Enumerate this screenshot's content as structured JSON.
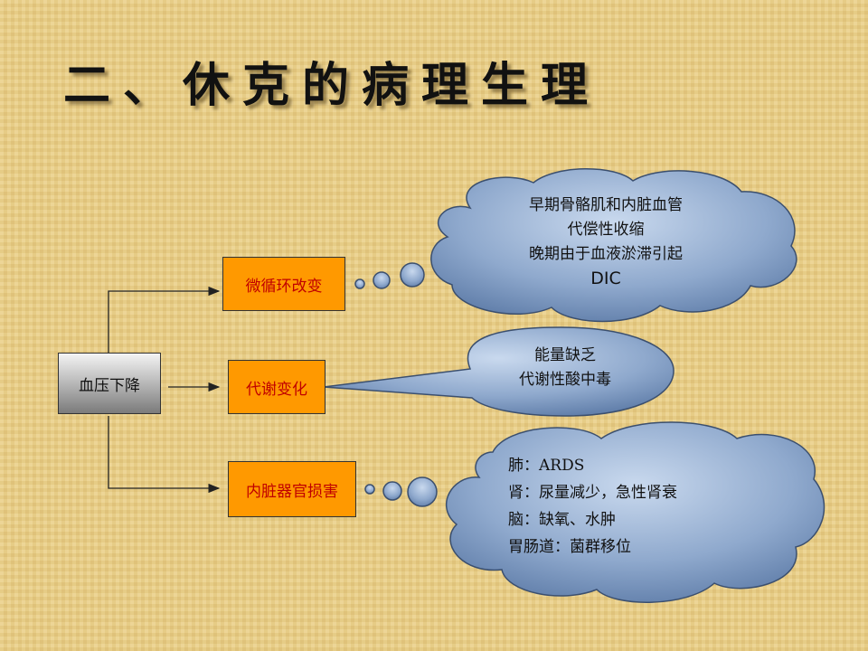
{
  "title": "二、休克的病理生理",
  "source_box": "血压下降",
  "branches": [
    {
      "label": "微循环改变",
      "note_lines": [
        "早期骨骼肌和内脏血管",
        "代偿性收缩",
        "晚期由于血液淤滞引起",
        "DIC"
      ]
    },
    {
      "label": "代谢变化",
      "note_lines": [
        "能量缺乏",
        "代谢性酸中毒"
      ]
    },
    {
      "label": "内脏器官损害",
      "note_lines": [
        "肺：ARDS",
        "肾：尿量减少，急性肾衰",
        "脑：缺氧、水肿",
        "胃肠道：菌群移位"
      ]
    }
  ],
  "colors": {
    "box_fill": "#ff9900",
    "box_text": "#c00000",
    "cloud_fill": "#7f9cc4",
    "background": "#e8cf8a"
  }
}
